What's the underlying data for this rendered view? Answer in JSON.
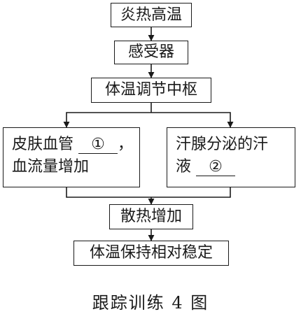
{
  "nodes": {
    "hot_temperature": "炎热高温",
    "receptor": "感受器",
    "thermo_center": "体温调节中枢",
    "skin_vessels": {
      "line1_prefix": "皮肤血管 ",
      "blank": "①",
      "line1_suffix": "，",
      "line2": "血流量增加"
    },
    "sweat_glands": {
      "line1": "汗腺分泌的汗",
      "line2_prefix": "液 ",
      "blank": "②"
    },
    "heat_loss": "散热增加",
    "stable_temp": "体温保持相对稳定"
  },
  "caption": "跟踪训练 4 图"
}
